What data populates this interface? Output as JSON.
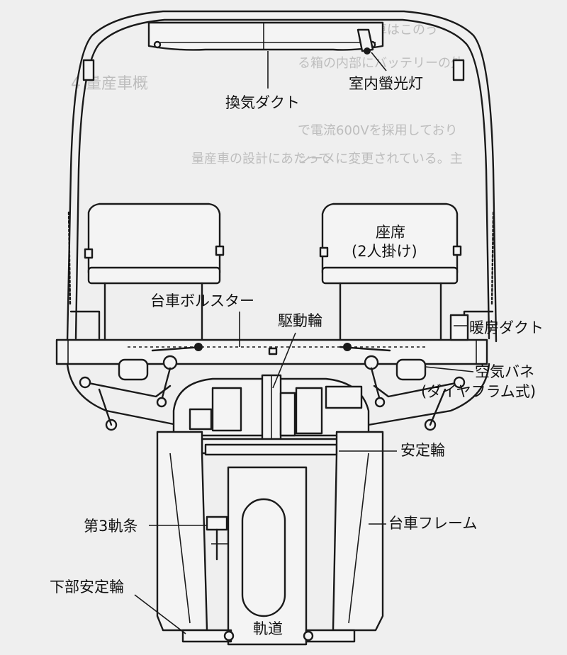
{
  "labels": {
    "ventilation_duct": "換気ダクト",
    "interior_light": "室内螢光灯",
    "seat": "座席",
    "seat_note": "(2人掛け)",
    "bogie_bolster": "台車ボルスター",
    "drive_wheel": "駆動輪",
    "heating_duct": "暖房ダクト",
    "air_spring": "空気バネ",
    "air_spring_type": "(ダイヤフラム式)",
    "stabilizing_wheel": "安定輪",
    "third_rail": "第3軌条",
    "bogie_frame": "台車フレーム",
    "lower_stabilizing_wheel": "下部安定輪",
    "track_beam": "軌道"
  },
  "bleed_through": {
    "line1": "にまとめ、台車はこのう",
    "line2": "る箱の内部にバッテリーの外",
    "heading": "4 量産車概",
    "line3": "で電流600Vを採用しており",
    "line4": "量産車の設計にあたって",
    "line5": "シーメに変更されている。主"
  }
}
